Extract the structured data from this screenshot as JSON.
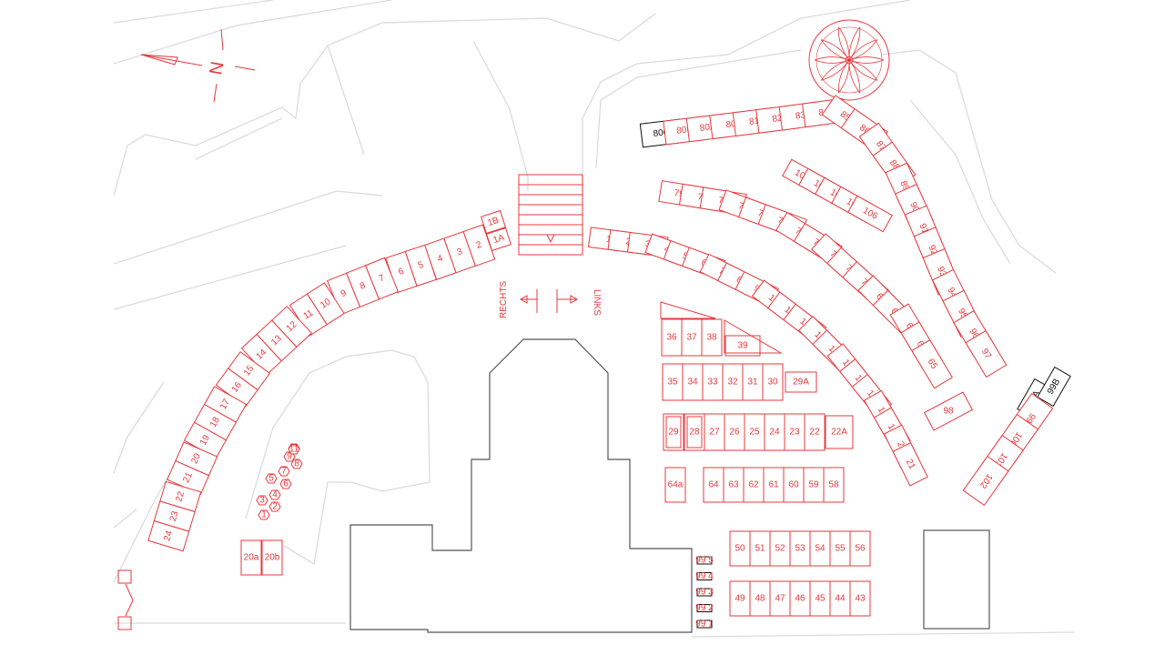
{
  "compass": {
    "label": "N"
  },
  "directions": {
    "right_label": "RECHTS",
    "left_label": "LINKS"
  },
  "rows": {
    "outer_left": [
      "1A",
      "1B",
      "2",
      "3",
      "4",
      "5",
      "6",
      "7",
      "8",
      "9",
      "10",
      "11",
      "12",
      "13",
      "14",
      "15",
      "16",
      "17",
      "18",
      "19",
      "20",
      "21",
      "22",
      "23",
      "24"
    ],
    "inner_arc": [
      "1",
      "2",
      "3",
      "4",
      "5",
      "6",
      "7",
      "8",
      "9",
      "10",
      "11",
      "12",
      "13",
      "14",
      "15",
      "16",
      "17",
      "18",
      "19",
      "20",
      "21"
    ],
    "arc_79": [
      "79A",
      "79",
      "78",
      "77",
      "76",
      "75",
      "74",
      "73",
      "72",
      "71",
      "70",
      "69",
      "68",
      "67",
      "66",
      "65"
    ],
    "top_80": [
      "80C",
      "80B",
      "80A",
      "80",
      "81",
      "82",
      "83",
      "84",
      "85",
      "86",
      "87",
      "88",
      "89",
      "90",
      "91",
      "92",
      "93",
      "94",
      "95",
      "96",
      "97"
    ],
    "group_103": [
      "103A",
      "103",
      "104",
      "105",
      "106"
    ],
    "row_36": [
      "36",
      "37",
      "38",
      "39"
    ],
    "row_35": [
      "35",
      "34",
      "33",
      "32",
      "31",
      "30",
      "29A"
    ],
    "row_29": [
      "29",
      "28",
      "27",
      "26",
      "25",
      "24",
      "23",
      "22",
      "22A"
    ],
    "row_64": [
      "64a",
      "64",
      "63",
      "62",
      "61",
      "60",
      "59",
      "58"
    ],
    "row_50": [
      "50",
      "51",
      "52",
      "53",
      "54",
      "55",
      "56"
    ],
    "row_49": [
      "49",
      "48",
      "47",
      "46",
      "45",
      "44",
      "43"
    ],
    "row_99": [
      "99A",
      "99B",
      "99",
      "100",
      "101",
      "102"
    ],
    "single_98": "98",
    "row_20": [
      "20a",
      "20b"
    ],
    "hex_spots": [
      "1",
      "2",
      "3",
      "4",
      "5",
      "6",
      "7",
      "8",
      "9",
      "10",
      "11"
    ],
    "small_tags": [
      "99 5",
      "99 4",
      "99 3",
      "99 2",
      "99 1"
    ]
  }
}
